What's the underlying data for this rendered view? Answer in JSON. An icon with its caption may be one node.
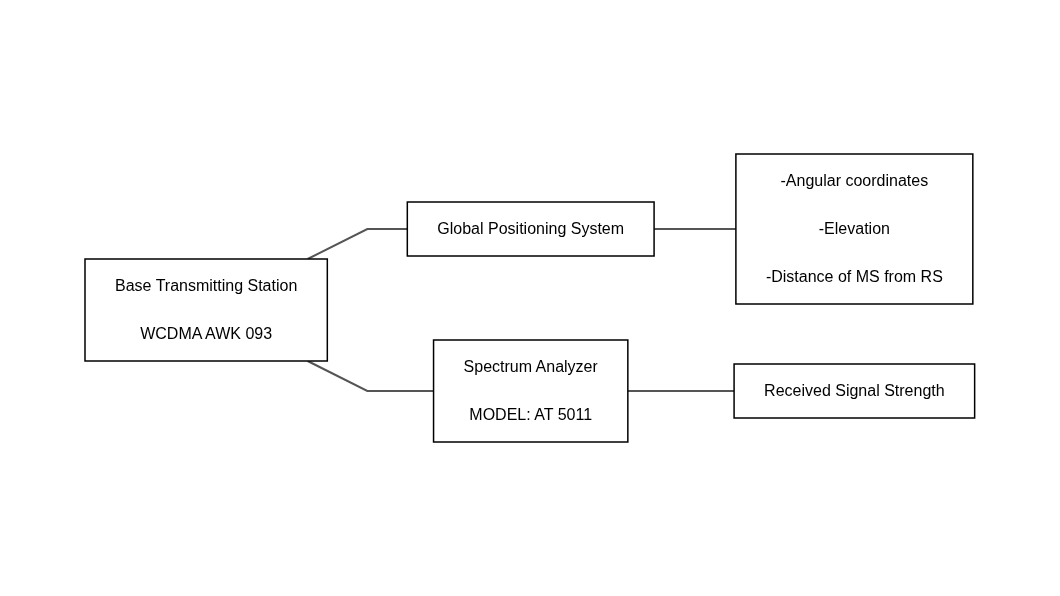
{
  "diagram": {
    "nodes": [
      {
        "text": [
          "Base Transmitting Station",
          "WCDMA AWK 093"
        ]
      },
      {
        "text": [
          "Global Positioning System"
        ]
      },
      {
        "text": [
          "-Angular coordinates",
          "-Elevation",
          "-Distance of MS from RS"
        ]
      },
      {
        "text": [
          "Spectrum Analyzer",
          "MODEL: AT 5011"
        ]
      },
      {
        "text": [
          "Received Signal Strength"
        ]
      }
    ],
    "edges": [
      {
        "from": 0,
        "to": 1,
        "arrow": "none"
      },
      {
        "from": 1,
        "to": 2,
        "arrow": "none"
      },
      {
        "from": 0,
        "to": 3,
        "arrow": "none"
      },
      {
        "from": 3,
        "to": 4,
        "arrow": "none"
      }
    ]
  }
}
